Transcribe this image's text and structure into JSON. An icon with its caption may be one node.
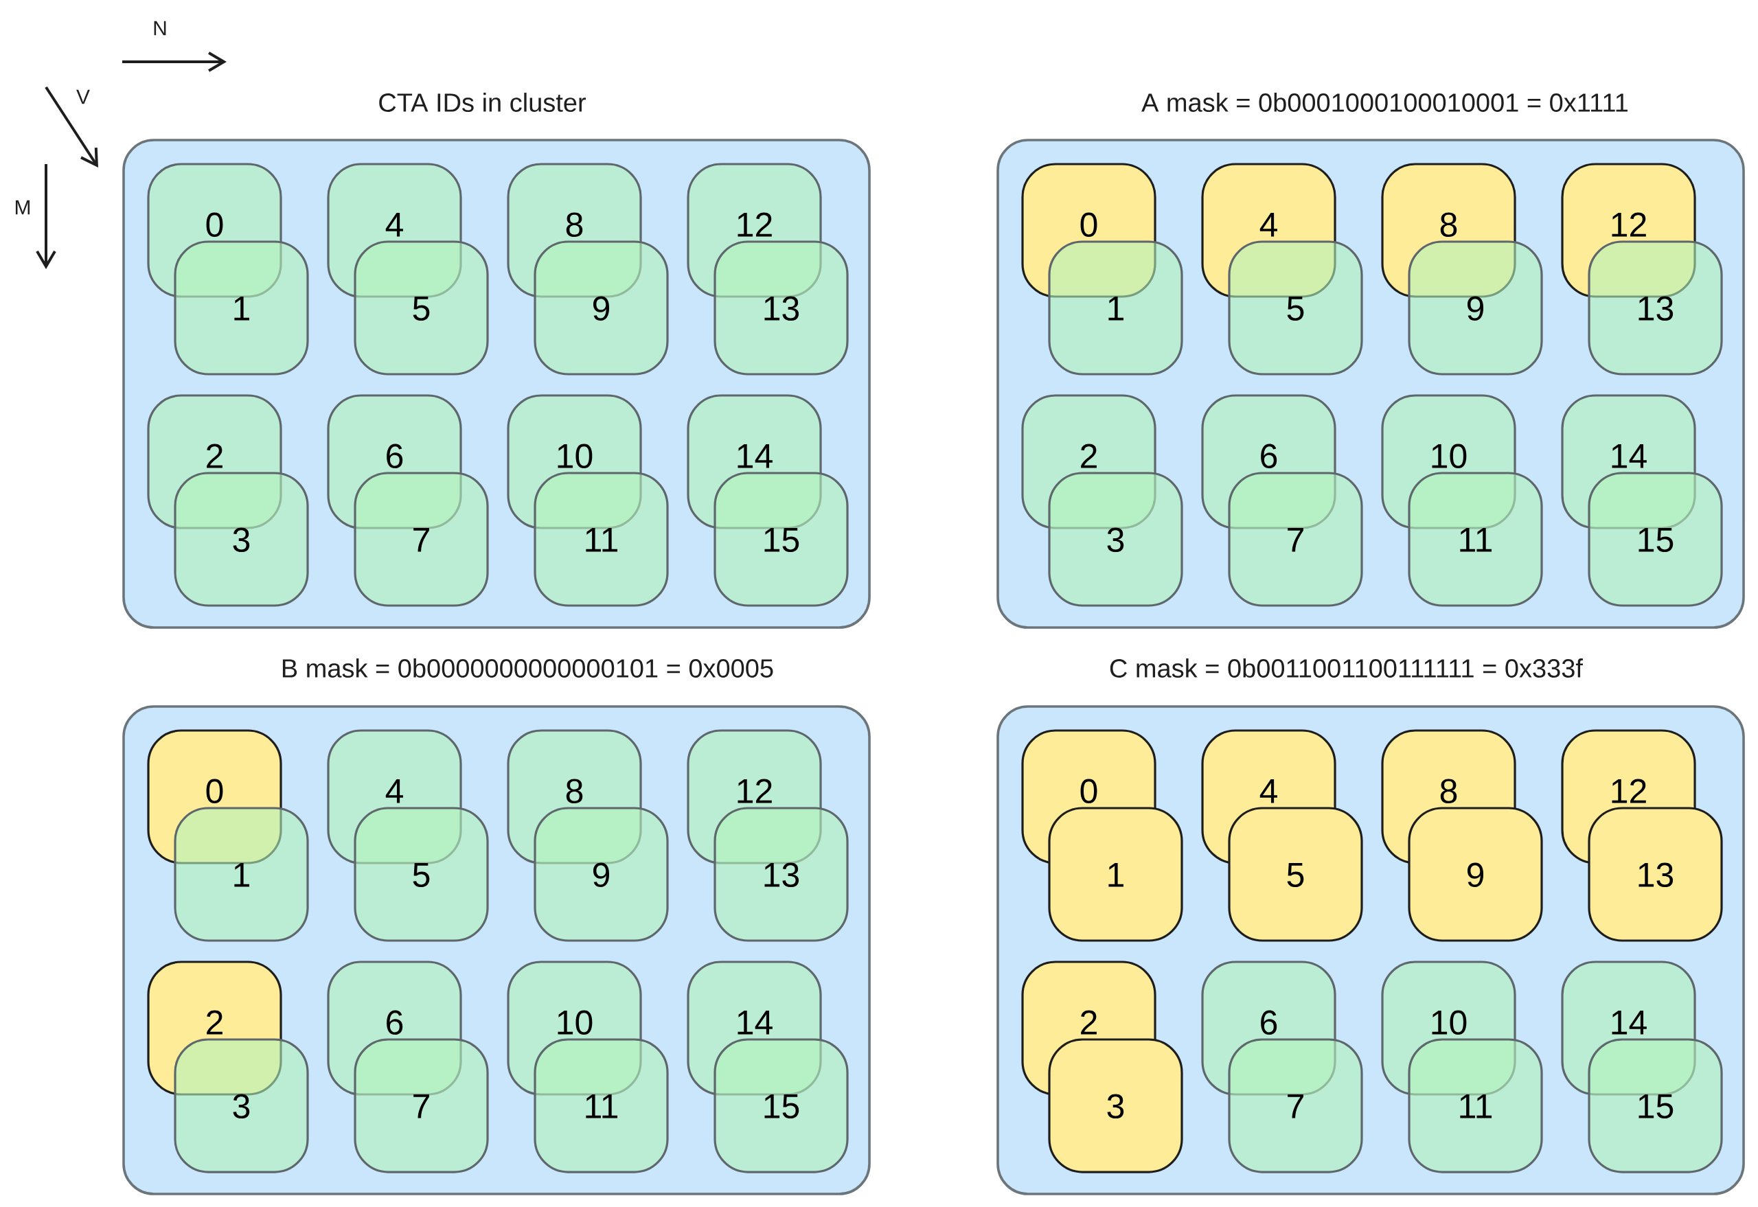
{
  "diagram": {
    "nodes": [
      {
        "text": [
          "CTA IDs in cluster"
        ]
      },
      {
        "text": [
          "0"
        ],
        "in": 0
      },
      {
        "text": [
          "4"
        ],
        "in": 0
      },
      {
        "text": [
          "8"
        ],
        "in": 0
      },
      {
        "text": [
          "12"
        ],
        "in": 0
      },
      {
        "text": [
          "1"
        ],
        "in": 0
      },
      {
        "text": [
          "5"
        ],
        "in": 0
      },
      {
        "text": [
          "9"
        ],
        "in": 0
      },
      {
        "text": [
          "13"
        ],
        "in": 0
      },
      {
        "text": [
          "2"
        ],
        "in": 0
      },
      {
        "text": [
          "6"
        ],
        "in": 0
      },
      {
        "text": [
          "10"
        ],
        "in": 0
      },
      {
        "text": [
          "14"
        ],
        "in": 0
      },
      {
        "text": [
          "3"
        ],
        "in": 0
      },
      {
        "text": [
          "7"
        ],
        "in": 0
      },
      {
        "text": [
          "11"
        ],
        "in": 0
      },
      {
        "text": [
          "15"
        ],
        "in": 0
      },
      {
        "text": [
          "A mask = 0b0001000100010001 = 0x1111"
        ]
      },
      {
        "text": [
          "0"
        ],
        "in": 17
      },
      {
        "text": [
          "4"
        ],
        "in": 17
      },
      {
        "text": [
          "8"
        ],
        "in": 17
      },
      {
        "text": [
          "12"
        ],
        "in": 17
      },
      {
        "text": [
          "1"
        ],
        "in": 17
      },
      {
        "text": [
          "5"
        ],
        "in": 17
      },
      {
        "text": [
          "9"
        ],
        "in": 17
      },
      {
        "text": [
          "13"
        ],
        "in": 17
      },
      {
        "text": [
          "2"
        ],
        "in": 17
      },
      {
        "text": [
          "6"
        ],
        "in": 17
      },
      {
        "text": [
          "10"
        ],
        "in": 17
      },
      {
        "text": [
          "14"
        ],
        "in": 17
      },
      {
        "text": [
          "3"
        ],
        "in": 17
      },
      {
        "text": [
          "7"
        ],
        "in": 17
      },
      {
        "text": [
          "11"
        ],
        "in": 17
      },
      {
        "text": [
          "15"
        ],
        "in": 17
      },
      {
        "text": [
          "B mask = 0b0000000000000101 = 0x0005"
        ]
      },
      {
        "text": [
          "0"
        ],
        "in": 34
      },
      {
        "text": [
          "4"
        ],
        "in": 34
      },
      {
        "text": [
          "8"
        ],
        "in": 34
      },
      {
        "text": [
          "12"
        ],
        "in": 34
      },
      {
        "text": [
          "1"
        ],
        "in": 34
      },
      {
        "text": [
          "5"
        ],
        "in": 34
      },
      {
        "text": [
          "9"
        ],
        "in": 34
      },
      {
        "text": [
          "13"
        ],
        "in": 34
      },
      {
        "text": [
          "2"
        ],
        "in": 34
      },
      {
        "text": [
          "6"
        ],
        "in": 34
      },
      {
        "text": [
          "10"
        ],
        "in": 34
      },
      {
        "text": [
          "14"
        ],
        "in": 34
      },
      {
        "text": [
          "3"
        ],
        "in": 34
      },
      {
        "text": [
          "7"
        ],
        "in": 34
      },
      {
        "text": [
          "11"
        ],
        "in": 34
      },
      {
        "text": [
          "15"
        ],
        "in": 34
      },
      {
        "text": [
          "C mask = 0b0011001100111111 = 0x333f"
        ]
      },
      {
        "text": [
          "0"
        ],
        "in": 51
      },
      {
        "text": [
          "4"
        ],
        "in": 51
      },
      {
        "text": [
          "8"
        ],
        "in": 51
      },
      {
        "text": [
          "12"
        ],
        "in": 51
      },
      {
        "text": [
          "1"
        ],
        "in": 51
      },
      {
        "text": [
          "5"
        ],
        "in": 51
      },
      {
        "text": [
          "9"
        ],
        "in": 51
      },
      {
        "text": [
          "13"
        ],
        "in": 51
      },
      {
        "text": [
          "2"
        ],
        "in": 51
      },
      {
        "text": [
          "6"
        ],
        "in": 51
      },
      {
        "text": [
          "10"
        ],
        "in": 51
      },
      {
        "text": [
          "14"
        ],
        "in": 51
      },
      {
        "text": [
          "3"
        ],
        "in": 51
      },
      {
        "text": [
          "7"
        ],
        "in": 51
      },
      {
        "text": [
          "11"
        ],
        "in": 51
      },
      {
        "text": [
          "15"
        ],
        "in": 51
      }
    ],
    "labels": [
      "N",
      "V",
      "M"
    ]
  }
}
